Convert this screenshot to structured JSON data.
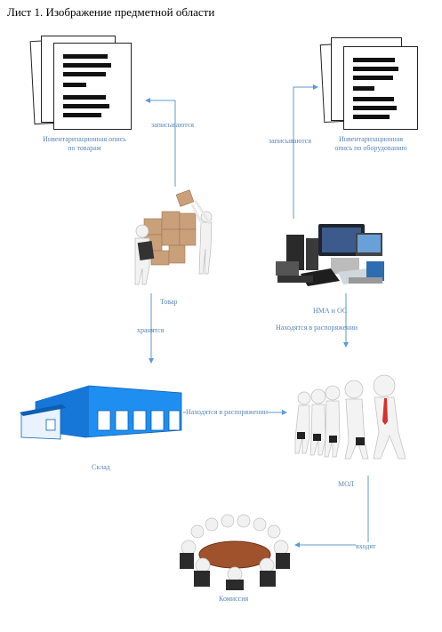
{
  "title": "Лист 1. Изображение предметной области",
  "nodes": {
    "inv_goods": "Инвентаризационная опись\nпо товарам",
    "inv_equipment": "Инвентаризационная\nопись по оборудованию",
    "goods": "Товар",
    "nma_os": "НМА и ОС",
    "warehouse": "Склад",
    "mol": "МОЛ",
    "commission": "Комиссия"
  },
  "edges": {
    "goods_to_inv": "записываются",
    "equipment_to_inv": "записываются",
    "goods_to_warehouse": "хранятся",
    "equipment_to_mol": "Находятся в распоряжении",
    "warehouse_to_mol": "Находятся в распоряжении",
    "mol_to_commission": "входят"
  },
  "colors": {
    "arrow": "#5b9bd5",
    "label": "#5b86b8",
    "warehouse": "#1e8ff0"
  }
}
